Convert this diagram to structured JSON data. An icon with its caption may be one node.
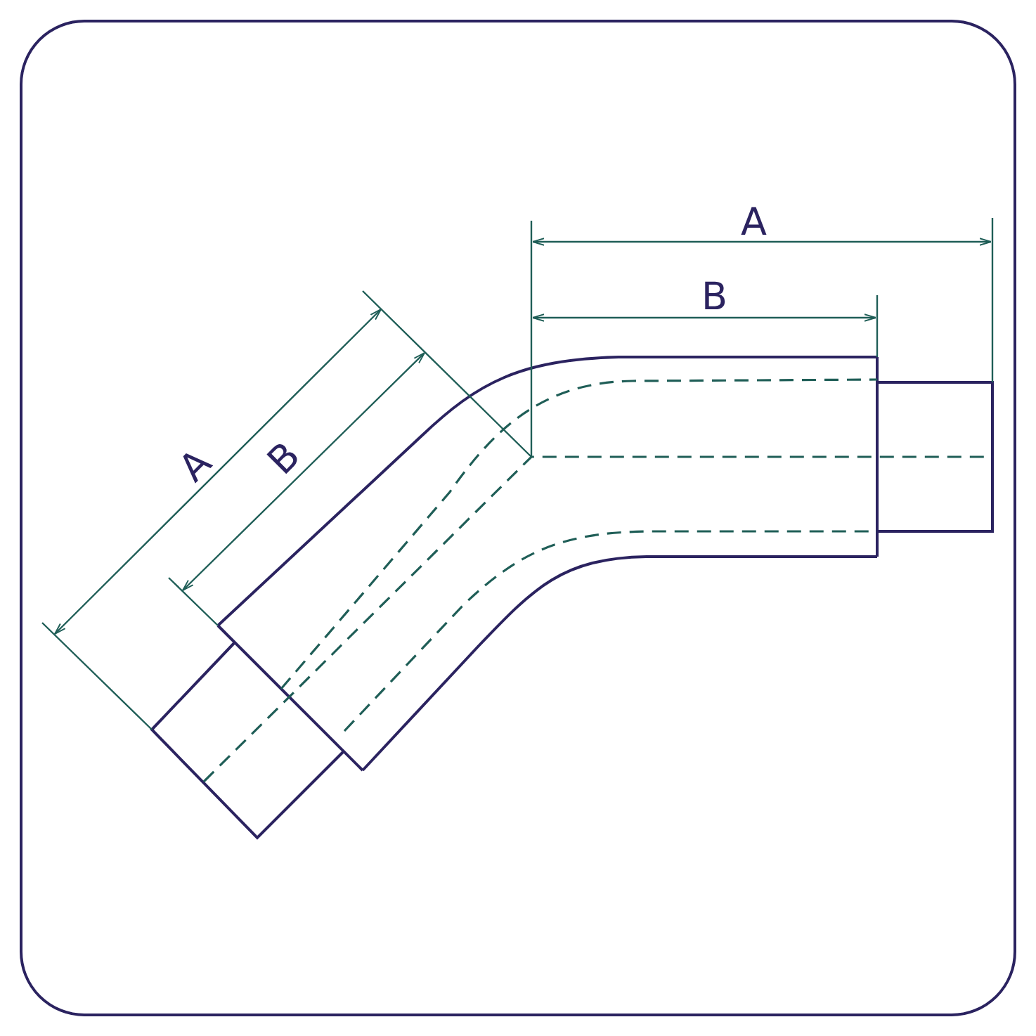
{
  "diagram": {
    "labels": [
      "A",
      "B",
      "A",
      "B"
    ]
  }
}
